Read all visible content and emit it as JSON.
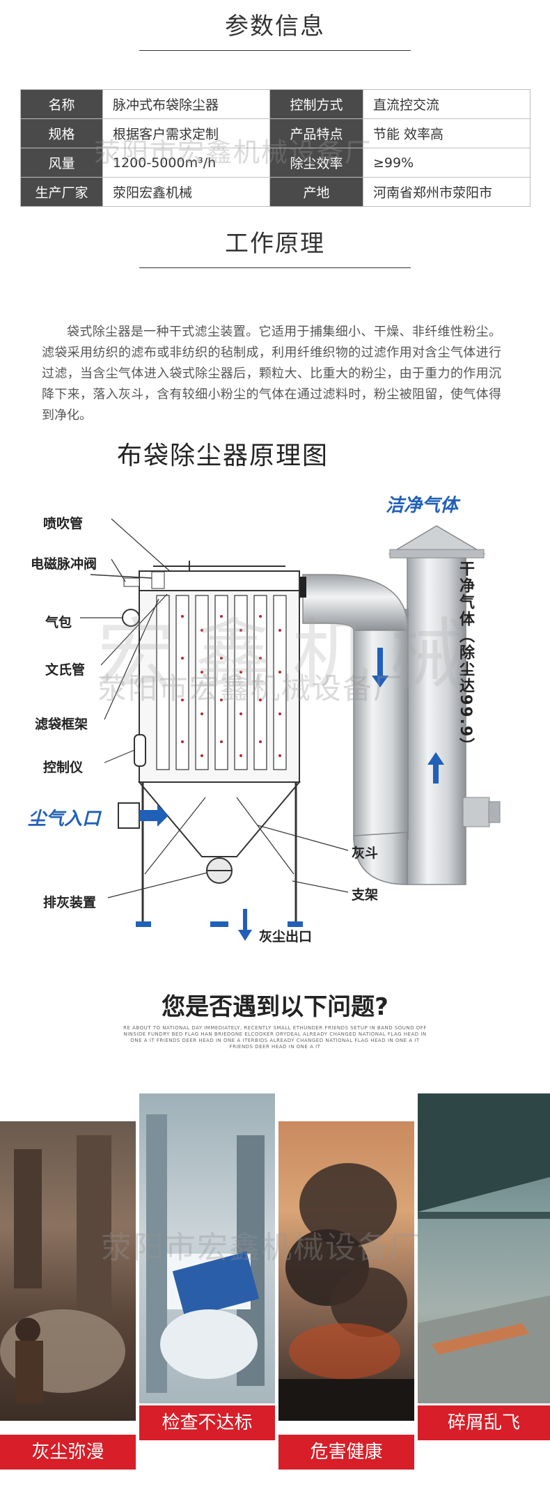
{
  "params_section": {
    "title": "参数信息",
    "rows": [
      {
        "k1": "名称",
        "v1": "脉冲式布袋除尘器",
        "k2": "控制方式",
        "v2": "直流控交流"
      },
      {
        "k1": "规格",
        "v1": "根据客户需求定制",
        "k2": "产品特点",
        "v2": "节能 效率高"
      },
      {
        "k1": "风量",
        "v1": "1200-5000m³/h",
        "k2": "除尘效率",
        "v2": "≥99%"
      },
      {
        "k1": "生产厂家",
        "v1": "荥阳宏鑫机械",
        "k2": "产地",
        "v2": "河南省郑州市荥阳市"
      }
    ]
  },
  "principle_section": {
    "title": "工作原理",
    "intro": "袋式除尘器是一种干式滤尘装置。它适用于捕集细小、干燥、非纤维性粉尘。滤袋采用纺织的滤布或非纺织的毡制成，利用纤维织物的过滤作用对含尘气体进行过滤，当含尘气体进入袋式除尘器后，颗粒大、比重大的粉尘，由于重力的作用沉降下来，落入灰斗，含有较细小粉尘的气体在通过滤料时，粉尘被阻留，使气体得到净化。"
  },
  "diagram": {
    "title": "布袋除尘器原理图",
    "labels": {
      "spray_pipe": "喷吹管",
      "valve": "电磁脉冲阀",
      "air_bag": "气包",
      "venturi": "文氏管",
      "frame": "滤袋框架",
      "controller": "控制仪",
      "inlet": "尘气入口",
      "discharge": "排灰装置",
      "hopper": "灰斗",
      "support": "支架",
      "outlet": "灰尘出口",
      "clean_gas": "洁净气体",
      "vertical_note": "干净气体（除尘达99.9）"
    },
    "watermark_big": "宏鑫机械",
    "watermark_company": "荥阳市宏鑫机械设备厂"
  },
  "problems_section": {
    "title": "您是否遇到以下问题?",
    "subtitle": "RE ABOUT TO NATIONAL DAY IMMEDIATELY, RECENTLY SMALL ETHUNDER FRIENDS SETUP IN BAND SOUND OFF NINSIDE FUNDRY BED FLAG HAN BRIEDGNE ELCOOKER ORYDEAL ALREADY CHANGED NATIONAL FLAG HEAD IN ONE A IT FRIENDS DEER HEAD IN ONE A ITERBIDS ALREADY CHANGED NATIONAL FLAG HEAD IN ONE A IT FRIENDS DEER HEAD IN ONE A IT",
    "captions": [
      "灰尘弥漫",
      "检查不达标",
      "危害健康",
      "碎屑乱飞"
    ],
    "watermark": "荥阳市宏鑫机械设备厂"
  }
}
